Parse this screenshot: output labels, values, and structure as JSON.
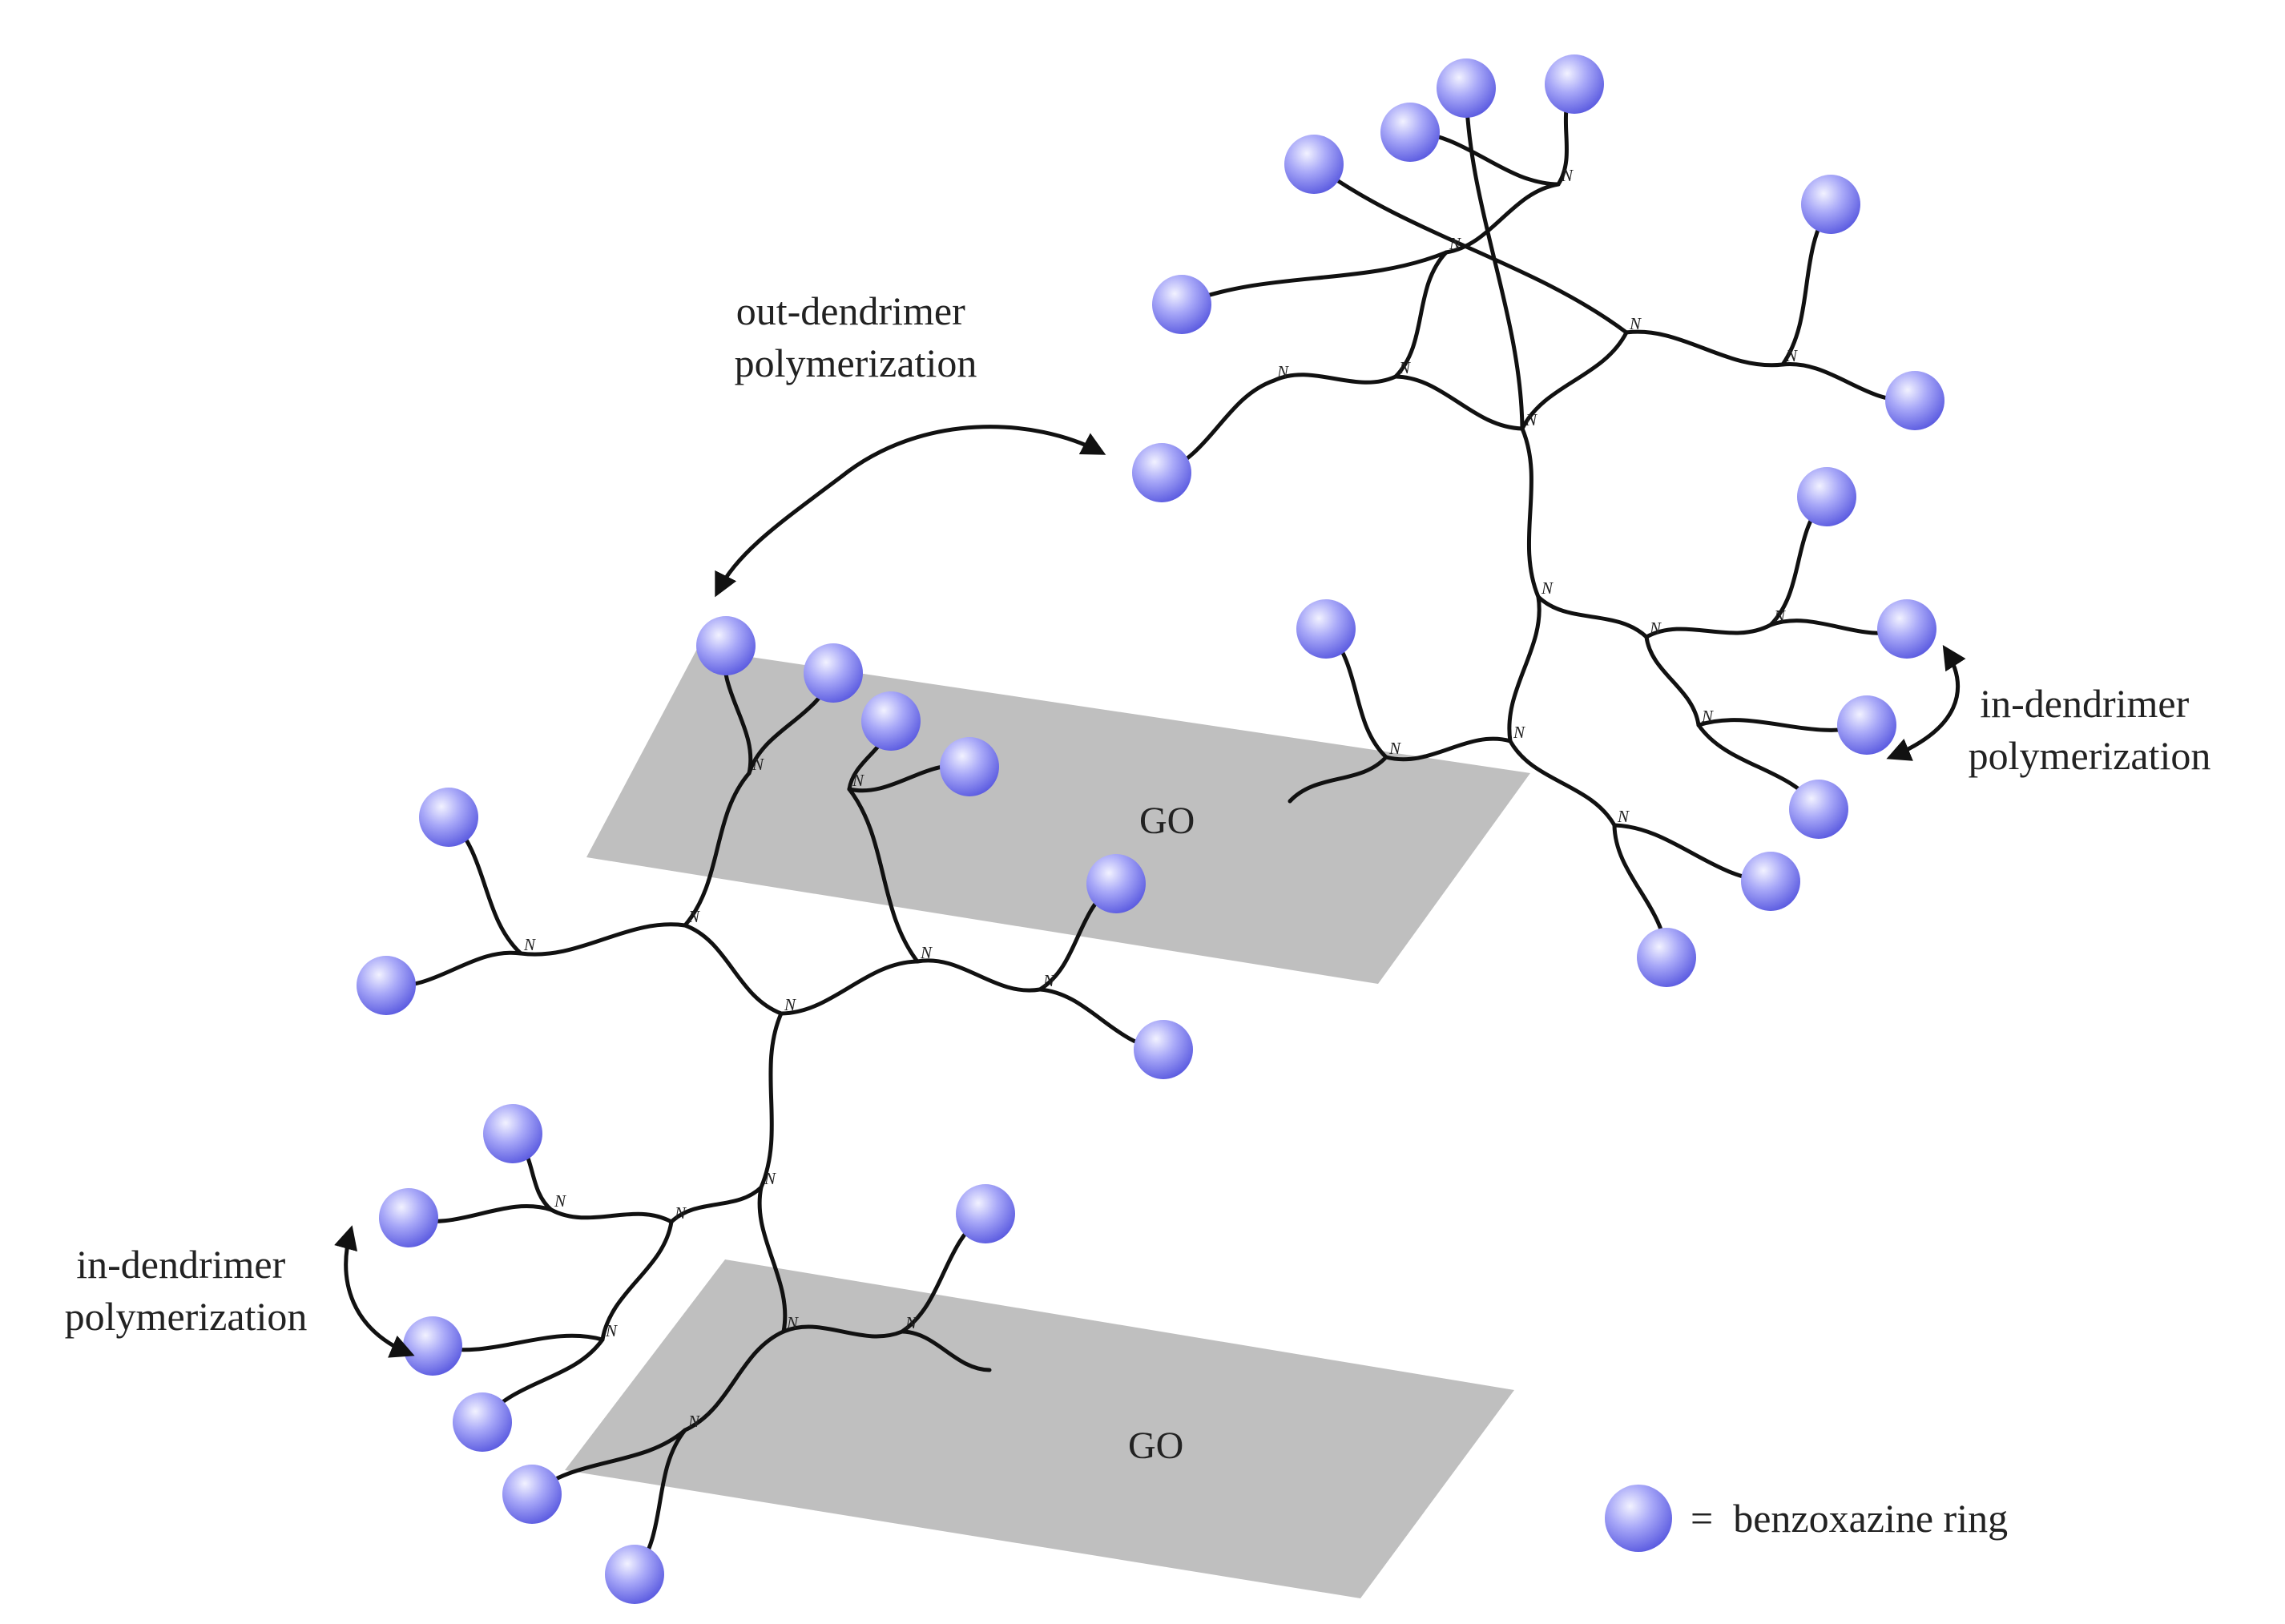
{
  "labels": {
    "out_dendrimer": [
      "out-dendrimer",
      "polymerization"
    ],
    "in_dendrimer_right": [
      "in-dendrimer",
      "polymerization"
    ],
    "in_dendrimer_left": [
      "in-dendrimer",
      "polymerization"
    ],
    "go_top": "GO",
    "go_bottom": "GO",
    "legend_text": "=  benzoxazine ring",
    "nitrogen": "N"
  },
  "colors": {
    "sphere_light": "#f2f2ff",
    "sphere_mid": "#a8a8f8",
    "sphere_dark": "#5a5ae0",
    "sheet": "#bfbfbf",
    "chain": "#111111"
  },
  "icons": {
    "sphere": "benzoxazine-sphere-icon",
    "node": "nitrogen-node"
  }
}
